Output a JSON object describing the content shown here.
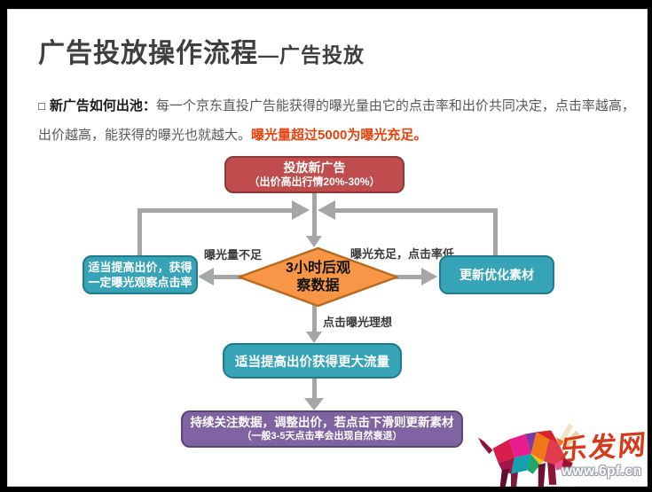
{
  "header": {
    "title_main": "广告投放操作流程",
    "title_sub": "—广告投放"
  },
  "intro": {
    "bullet": "□",
    "lead": "新广告如何出池：",
    "body": "每一个京东直投广告能获得的曝光量由它的点击率和出价共同决定，点击率越高，出价越高，能获得的曝光也就越大。",
    "highlight": "曝光量超过5000为曝光充足。"
  },
  "flowchart": {
    "start_box": {
      "line1": "投放新广告",
      "line2": "（出价高出行情20%-30%）"
    },
    "decision": {
      "line1": "3小时后观",
      "line2": "察数据"
    },
    "left_box": {
      "line1": "适当提高出价，获得",
      "line2": "一定曝光观察点击率"
    },
    "right_box": {
      "label": "更新优化素材"
    },
    "grow_box": {
      "label": "适当提高出价获得更大流量"
    },
    "final_box": {
      "line1": "持续关注数据，调整出价，若点击下滑则更新素材",
      "line2": "（一般3-5天点击率会出现自然衰退）"
    },
    "labels": {
      "left_branch": "曝光量不足",
      "right_branch": "曝光充足，点击率低",
      "down_branch": "点击曝光理想"
    },
    "colors": {
      "start_fill": "#bf4d4d",
      "decision_fill": "#f79646",
      "action_fill": "#36a3b7",
      "final_fill": "#8064a2",
      "connector": "#a6a6a6",
      "highlight_text": "#e8430e"
    }
  },
  "logo": {
    "name": "乐发网",
    "url": "www.6pf.cn"
  }
}
